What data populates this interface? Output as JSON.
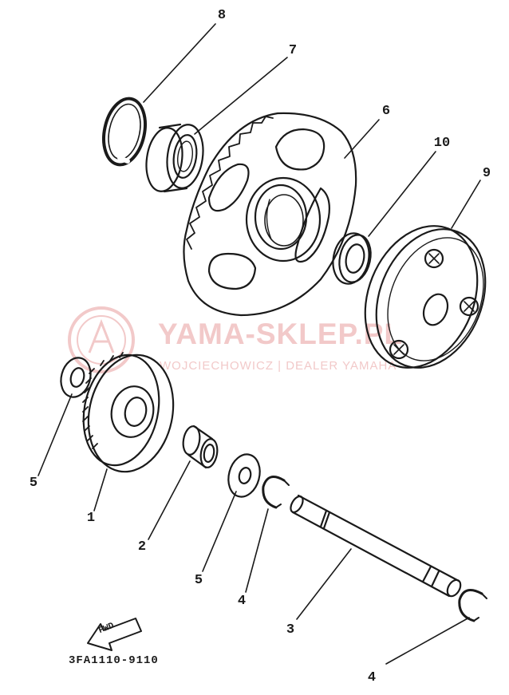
{
  "diagram": {
    "part_code": "3FA1110-9110",
    "forward_label": "FWD",
    "callouts": [
      "8",
      "7",
      "6",
      "10",
      "9",
      "5",
      "1",
      "2",
      "5",
      "4",
      "3",
      "4"
    ]
  },
  "watermark": {
    "title": "YAMA-SKLEP.PL",
    "subtitle": "WOJCIECHOWICZ | DEALER YAMAHA",
    "color": "#f2c9c9",
    "logo": "yamaha-tuning-fork-logo"
  },
  "colors": {
    "ink": "#1a1a1a",
    "background": "#ffffff"
  }
}
